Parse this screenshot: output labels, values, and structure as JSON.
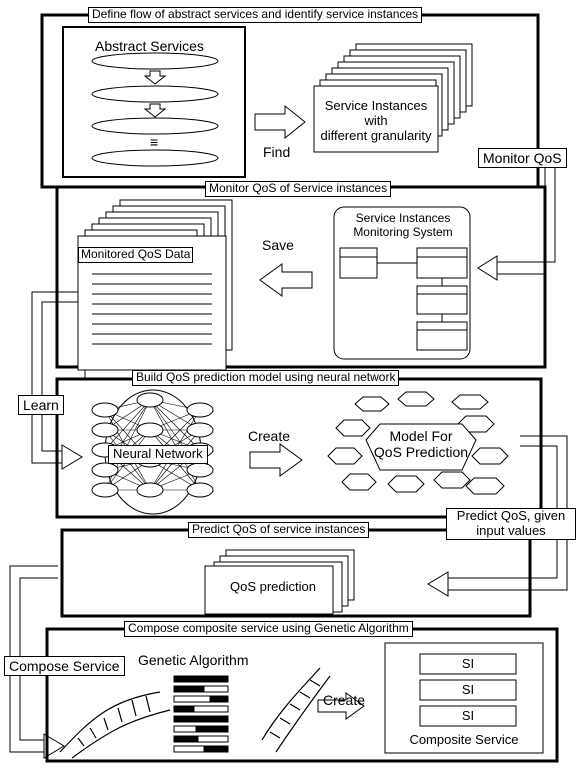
{
  "section1": {
    "title": "Define flow of abstract services and identify service instances",
    "abstract_services_label": "Abstract Services",
    "find_label": "Find",
    "service_instances_line1": "Service Instances",
    "service_instances_line2": "with",
    "service_instances_line3": "different granularity",
    "equiv_symbol": "≡"
  },
  "monitor_qos_flow": "Monitor QoS",
  "section2": {
    "title": "Monitor QoS of Service instances",
    "monitored_data_label": "Monitored QoS Data",
    "save_label": "Save",
    "monitoring_system_line1": "Service Instances",
    "monitoring_system_line2": "Monitoring System"
  },
  "learn_flow": "Learn",
  "section3": {
    "title": "Build QoS prediction model using neural network",
    "neural_network_label": "Neural Network",
    "create_label": "Create",
    "model_line1": "Model For",
    "model_line2": "QoS Prediction"
  },
  "predict_flow_line1": "Predict QoS, given",
  "predict_flow_line2": "input values",
  "section4": {
    "title": "Predict QoS of service instances",
    "qos_prediction_label": "QoS prediction"
  },
  "compose_flow": "Compose Service",
  "section5": {
    "title": "Compose composite service using Genetic Algorithm",
    "genetic_algorithm_label": "Genetic Algorithm",
    "create_label": "Create",
    "si_labels": [
      "SI",
      "SI",
      "SI"
    ],
    "composite_service_label": "Composite Service"
  }
}
